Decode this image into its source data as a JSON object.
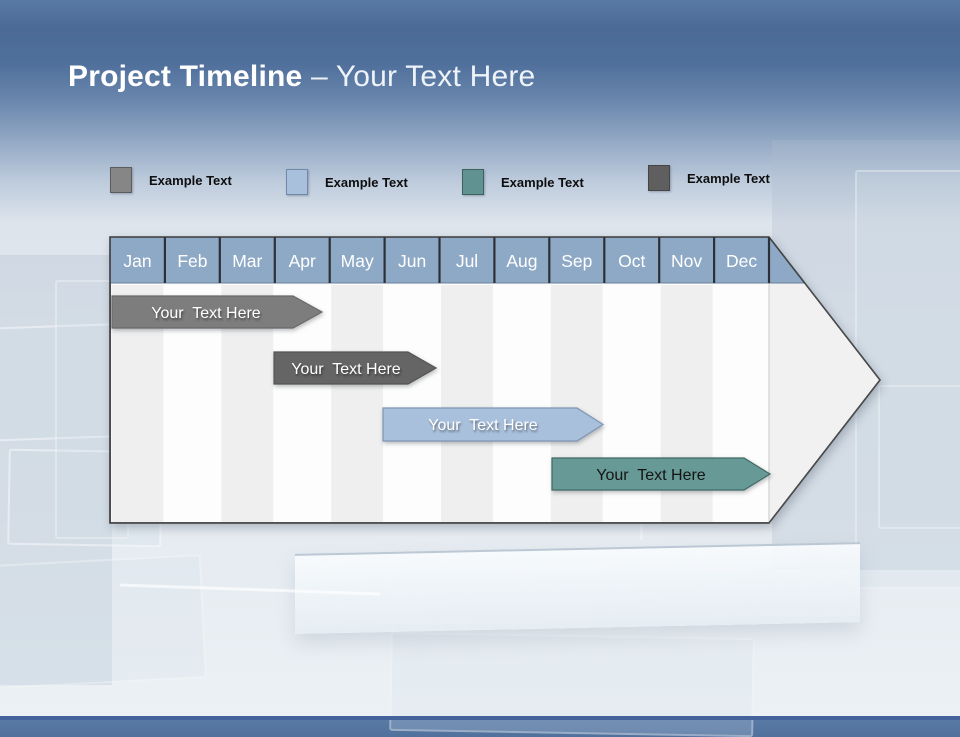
{
  "slide": {
    "title_bold": "Project Timeline",
    "title_rest": " – Your Text Here"
  },
  "legend": {
    "items": [
      {
        "label": "Example Text",
        "color": "#868686",
        "border": "#5c5c5c"
      },
      {
        "label": "Example Text",
        "color": "#a9c0dc",
        "border": "#7089a9"
      },
      {
        "label": "Example Text",
        "color": "#5f9290",
        "border": "#3c615e"
      },
      {
        "label": "Example Text",
        "color": "#5f5f5f",
        "border": "#464646"
      }
    ]
  },
  "timeline": {
    "months": [
      "Jan",
      "Feb",
      "Mar",
      "Apr",
      "May",
      "Jun",
      "Jul",
      "Aug",
      "Sep",
      "Oct",
      "Nov",
      "Dec"
    ],
    "header_color": "#8ea9c6",
    "separator_color": "#2c3037",
    "outline_color": "#3b3b3b",
    "body_color": "#fdfdfd",
    "stripe_color": "#efefef",
    "tip_color": "#f1f1f1",
    "bars": [
      {
        "label": "Your  Text Here",
        "color": "#7d7d7d",
        "border": "#6a6a6a",
        "text_color": "#ffffff",
        "start_month": "Jan",
        "end_month": "Apr"
      },
      {
        "label": "Your  Text Here",
        "color": "#656565",
        "border": "#555555",
        "text_color": "#ffffff",
        "start_month": "Apr",
        "end_month": "Jun"
      },
      {
        "label": "Your  Text Here",
        "color": "#a9c0dc",
        "border": "#7e95b4",
        "text_color": "#ffffff",
        "start_month": "Jun",
        "end_month": "Sep"
      },
      {
        "label": "Your  Text Here",
        "color": "#679a97",
        "border": "#3f6a66",
        "text_color": "#141414",
        "start_month": "Sep",
        "end_month": "Dec"
      }
    ]
  },
  "colors": {
    "bottom_strip": "#44639a"
  }
}
